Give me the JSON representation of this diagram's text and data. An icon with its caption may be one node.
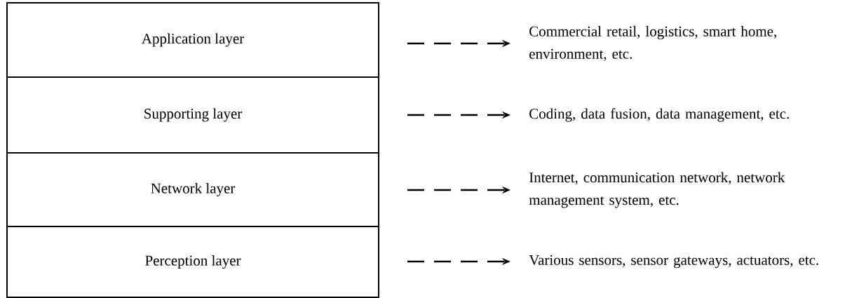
{
  "diagram": {
    "nodes": [
      {
        "text": [
          "Application layer"
        ]
      },
      {
        "text": [
          "Supporting layer"
        ]
      },
      {
        "text": [
          "Network layer"
        ]
      },
      {
        "text": [
          "Perception layer"
        ]
      },
      {
        "text": [
          "Commercial retail, logistics, smart home, environment, etc."
        ]
      },
      {
        "text": [
          "Coding, data fusion, data management, etc."
        ]
      },
      {
        "text": [
          "Internet, communication network, network management system, etc."
        ]
      },
      {
        "text": [
          "Various sensors, sensor gateways, actuators, etc."
        ]
      }
    ],
    "edges": [
      {
        "from": 0,
        "to": 4,
        "arrow": "to",
        "style": "dashed"
      },
      {
        "from": 1,
        "to": 5,
        "arrow": "to",
        "style": "dashed"
      },
      {
        "from": 2,
        "to": 6,
        "arrow": "to",
        "style": "dashed"
      },
      {
        "from": 3,
        "to": 7,
        "arrow": "to",
        "style": "dashed"
      }
    ]
  }
}
